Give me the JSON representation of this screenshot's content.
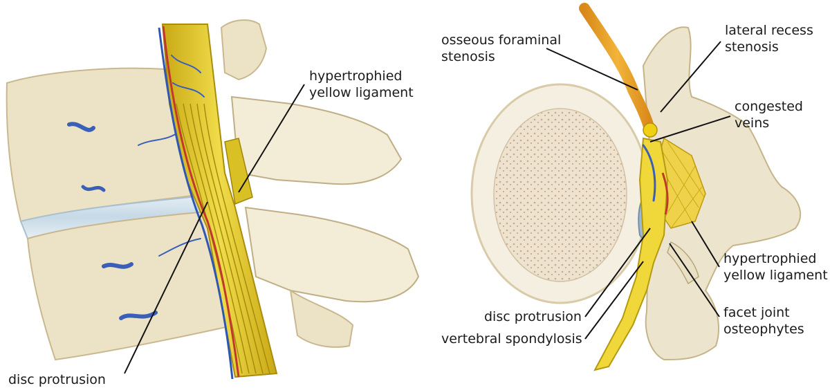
{
  "labels": {
    "left_disc_protrusion": "disc protrusion",
    "left_hypertrophied_line1": "hypertrophied",
    "left_hypertrophied_line2": "yellow ligament",
    "osseous_line1": "osseous foraminal",
    "osseous_line2": "stenosis",
    "lateral_recess_line1": "lateral recess",
    "lateral_recess_line2": "stenosis",
    "congested_line1": "congested",
    "congested_line2": "veins",
    "right_hypertrophied_line1": "hypertrophied",
    "right_hypertrophied_line2": "yellow ligament",
    "facet_line1": "facet joint",
    "facet_line2": "osteophytes",
    "right_disc_protrusion": "disc protrusion",
    "vertebral_spondylosis": "vertebral spondylosis"
  },
  "colors": {
    "bone": "#ece3c6",
    "bone_pattern": "#d8c7a0",
    "disc": "#d4e4ee",
    "ligament_yellow": "#e8d23a",
    "nerve_orange": "#e8a21f",
    "vein_blue": "#3a5fb8",
    "artery_red": "#c0392b"
  }
}
